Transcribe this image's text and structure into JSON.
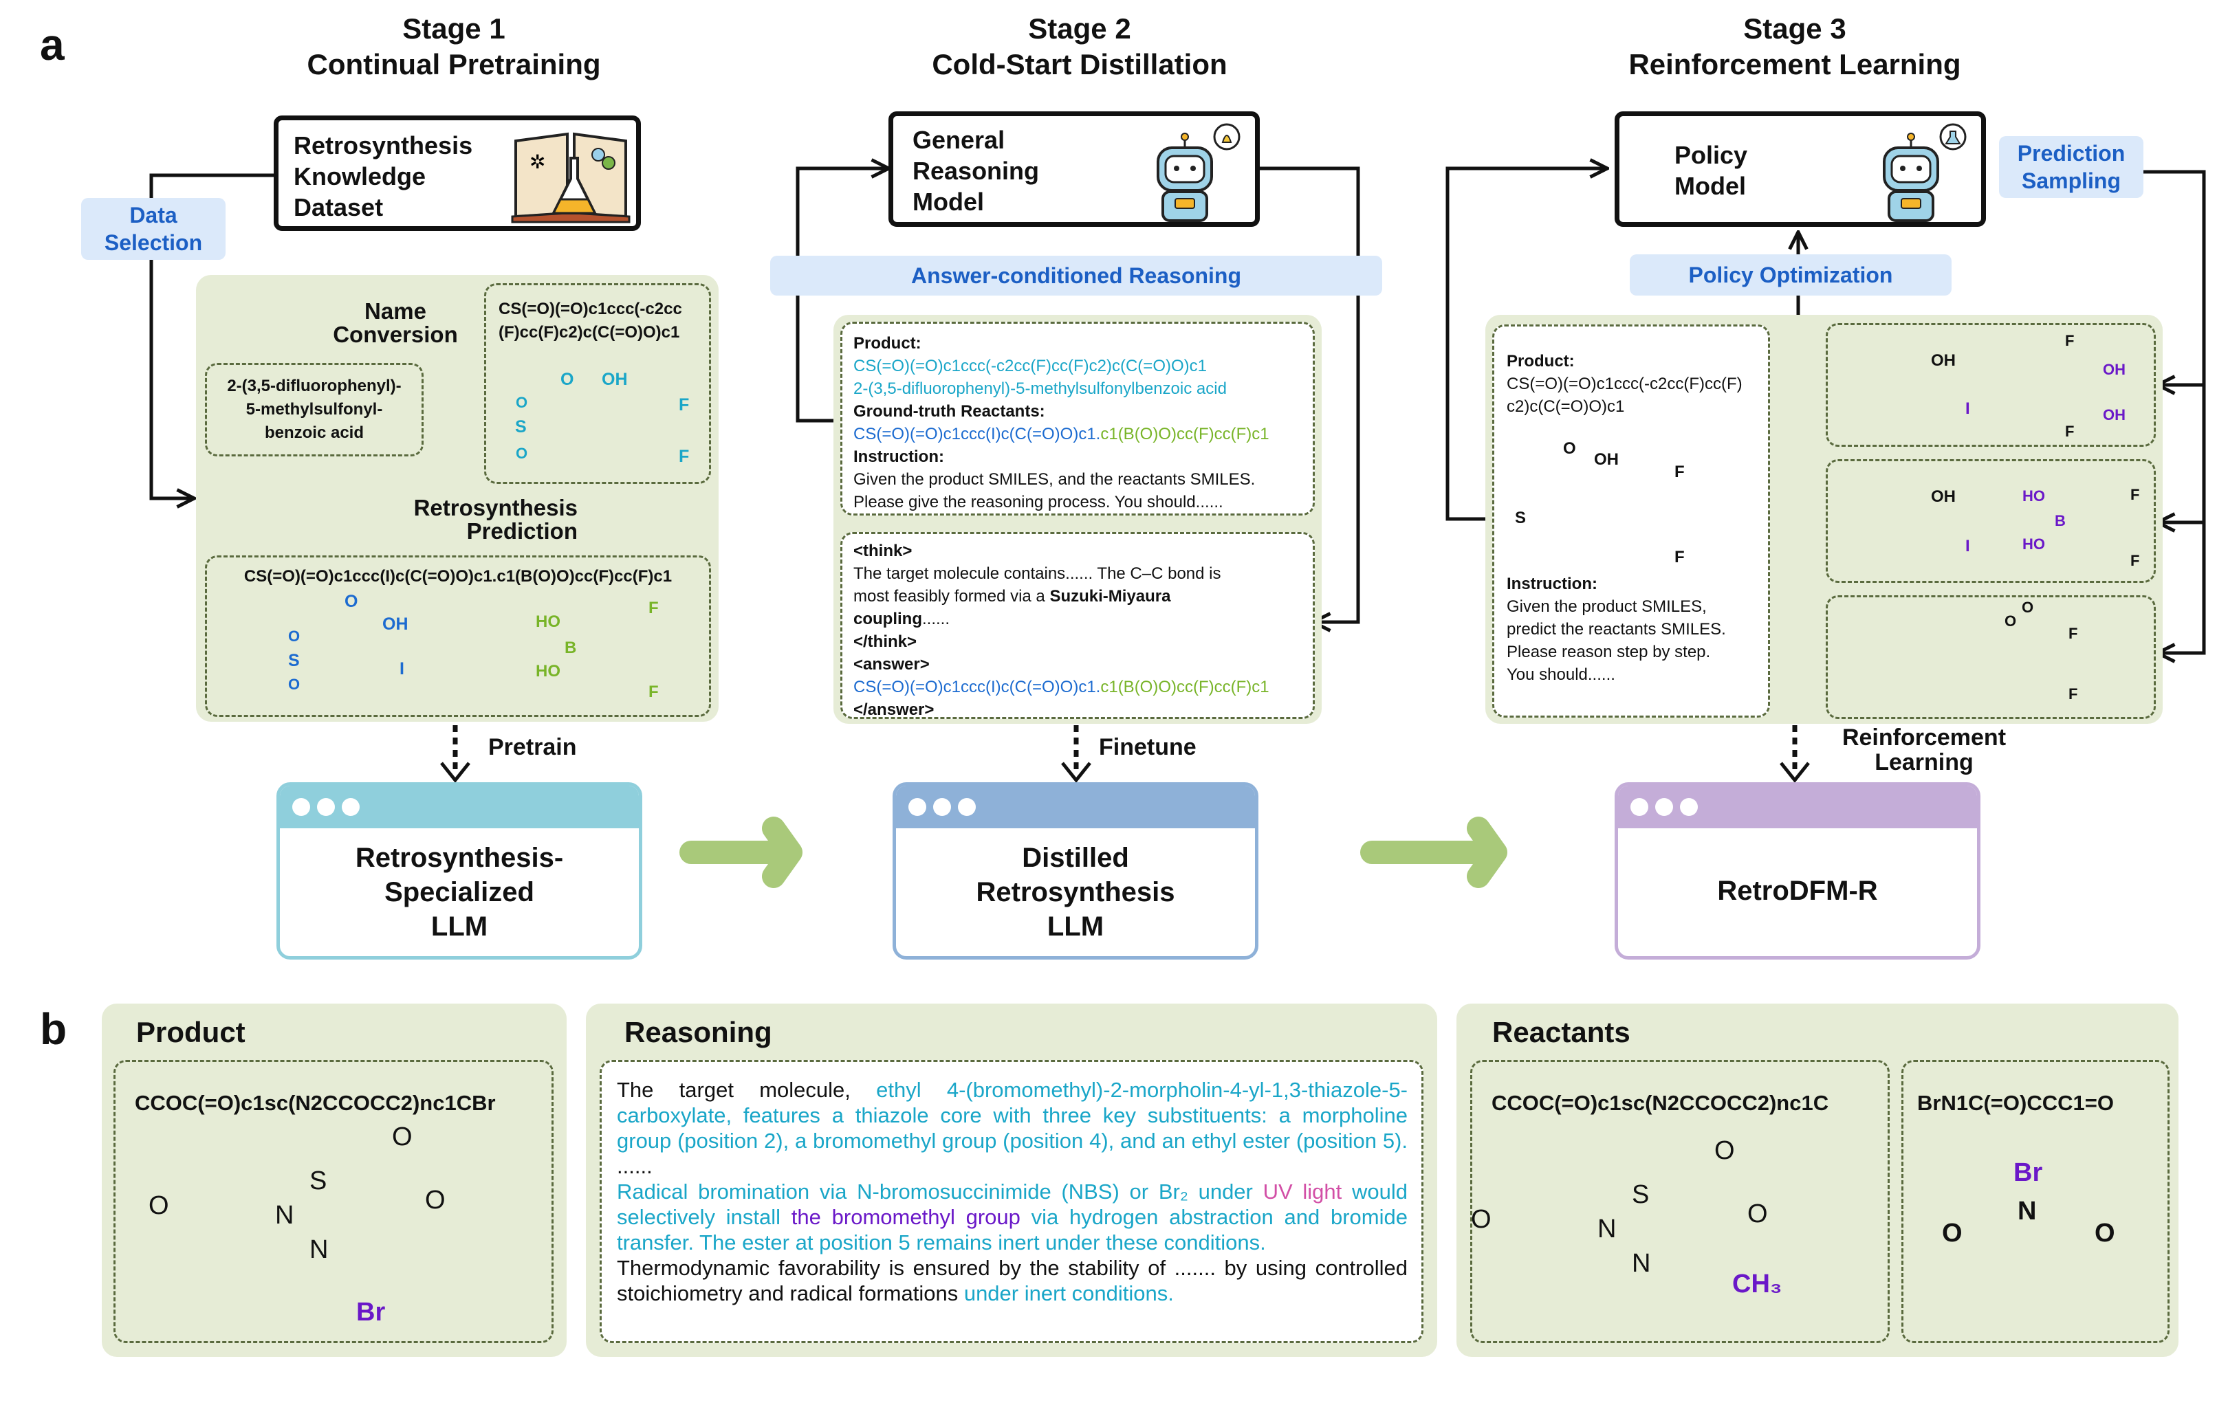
{
  "panel_a": {
    "letter": "a",
    "stage1": {
      "title1": "Stage 1",
      "title2": "Continual Pretraining",
      "dataset_line1": "Retrosynthesis",
      "dataset_line2": "Knowledge",
      "dataset_line3": "Dataset",
      "data_selection_1": "Data",
      "data_selection_2": "Selection",
      "name_conversion_1": "Name",
      "name_conversion_2": "Conversion",
      "iupac_1": "2-(3,5-difluorophenyl)-",
      "iupac_2": "5-methylsulfonyl-",
      "iupac_3": "benzoic acid",
      "smiles_product_1": "CS(=O)(=O)c1ccc(-c2cc",
      "smiles_product_2": "(F)cc(F)c2)c(C(=O)O)c1",
      "retro_pred_1": "Retrosynthesis",
      "retro_pred_2": "Prediction",
      "reactant_smiles": "CS(=O)(=O)c1ccc(I)c(C(=O)O)c1.c1(B(O)O)cc(F)cc(F)c1",
      "pretrain": "Pretrain",
      "llm_1": "Retrosynthesis-",
      "llm_2": "Specialized",
      "llm_3": "LLM"
    },
    "stage2": {
      "title1": "Stage 2",
      "title2": "Cold-Start Distillation",
      "model_1": "General",
      "model_2": "Reasoning",
      "model_3": "Model",
      "answer_cond": "Answer-conditioned Reasoning",
      "product_label": "Product:",
      "product_smiles": "CS(=O)(=O)c1ccc(-c2cc(F)cc(F)c2)c(C(=O)O)c1",
      "product_name": "2-(3,5-difluorophenyl)-5-methylsulfonylbenzoic acid",
      "gt_label": "Ground-truth Reactants:",
      "gt_part1": "CS(=O)(=O)c1ccc(I)c(C(=O)O)c1.",
      "gt_part2": "c1(B(O)O)cc(F)cc(F)c1",
      "instr_label": "Instruction:",
      "instr_1": "Given the product SMILES,  and the reactants SMILES.",
      "instr_2": "Please give the reasoning process. You should......",
      "think_open": "<think>",
      "think_1": "The target molecule contains...... The C–C bond is",
      "think_2": "most feasibly formed via a ",
      "think_2b": "Suzuki-Miyaura",
      "think_3": "coupling",
      "think_3b": "......",
      "think_close": "</think>",
      "answer_open": "<answer>",
      "ans_part1": "CS(=O)(=O)c1ccc(I)c(C(=O)O)c1.",
      "ans_part2": "c1(B(O)O)cc(F)cc(F)c1",
      "answer_close": "</answer>",
      "finetune": "Finetune",
      "llm_1": "Distilled",
      "llm_2": "Retrosynthesis",
      "llm_3": "LLM"
    },
    "stage3": {
      "title1": "Stage 3",
      "title2": "Reinforcement Learning",
      "model_1": "Policy",
      "model_2": "Model",
      "pred_sampling_1": "Prediction",
      "pred_sampling_2": "Sampling",
      "policy_opt": "Policy Optimization",
      "product_label": "Product:",
      "product_1": "CS(=O)(=O)c1ccc(-c2cc(F)cc(F)",
      "product_2": "c2)c(C(=O)O)c1",
      "instr_label": "Instruction:",
      "instr_1": "Given the product SMILES,",
      "instr_2": "predict the reactants SMILES.",
      "instr_3": "Please reason step by step.",
      "instr_4": "You should......",
      "rl_1": "Reinforcement",
      "rl_2": "Learning",
      "llm_name": "RetroDFM-R"
    },
    "atoms": {
      "oh": "OH",
      "o": "O",
      "s": "S",
      "f": "F",
      "i": "I",
      "b": "B",
      "ho": "HO",
      "n": "N",
      "br": "Br",
      "ch3": "CH₃"
    }
  },
  "panel_b": {
    "letter": "b",
    "product_title": "Product",
    "product_smiles": "CCOC(=O)c1sc(N2CCOCC2)nc1CBr",
    "reasoning_title": "Reasoning",
    "r_black1": "The target molecule, ",
    "r_cyan1": "ethyl 4-(bromomethyl)-2-morpholin-4-yl-1,3-thiazole-5-carboxylate, features a thiazole core with three key substituents: a morpholine group (position 2), a bromomethyl group (position 4), and an ethyl ester (position 5).",
    "r_black2": " ......",
    "r_cyan2": "Radical bromination via N-bromosuccinimide (NBS) or Br₂ under ",
    "r_pink": "UV light",
    "r_cyan3": " would selectively install ",
    "r_purple": "the bromomethyl group",
    "r_cyan4": " via hydrogen abstraction and bromide transfer. The ester at position 5 remains inert under these conditions.",
    "r_black3": "Thermodynamic favorability is ensured by the stability of ....... by using controlled stoichiometry and radical formations ",
    "r_cyan5": "under inert conditions.",
    "reactants_title": "Reactants",
    "reactant1_smiles": "CCOC(=O)c1sc(N2CCOCC2)nc1C",
    "reactant2_smiles": "BrN1C(=O)CCC1=O"
  },
  "colors": {
    "green_panel": "#e6ecd6",
    "label_blue_bg": "#dbe9fa",
    "label_blue_text": "#1c5fc4",
    "llm1": "#8fcfdc",
    "llm2": "#8eb1d8",
    "llm3": "#c4add8",
    "arrow_green": "#a9c97a"
  }
}
